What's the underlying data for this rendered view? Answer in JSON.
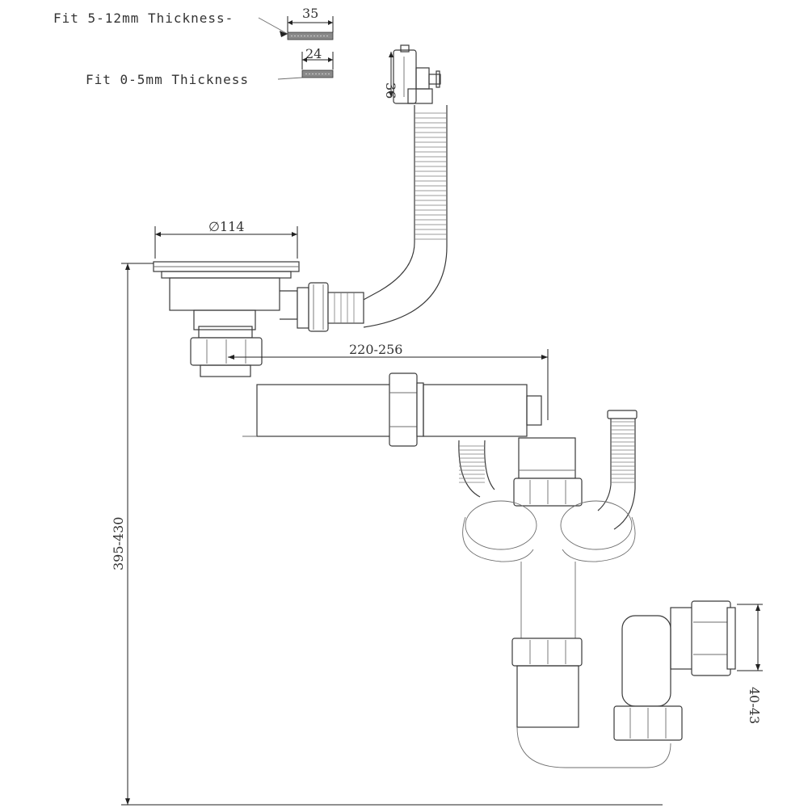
{
  "notes": {
    "fit_thick": "Fit 5-12mm Thickness-",
    "fit_thin": "Fit 0-5mm Thickness"
  },
  "dimensions": {
    "d35": "35",
    "d24": "24",
    "d36": "36",
    "d114": "∅114",
    "d220": "220-256",
    "d395": "395-430",
    "d40": "40-43"
  }
}
